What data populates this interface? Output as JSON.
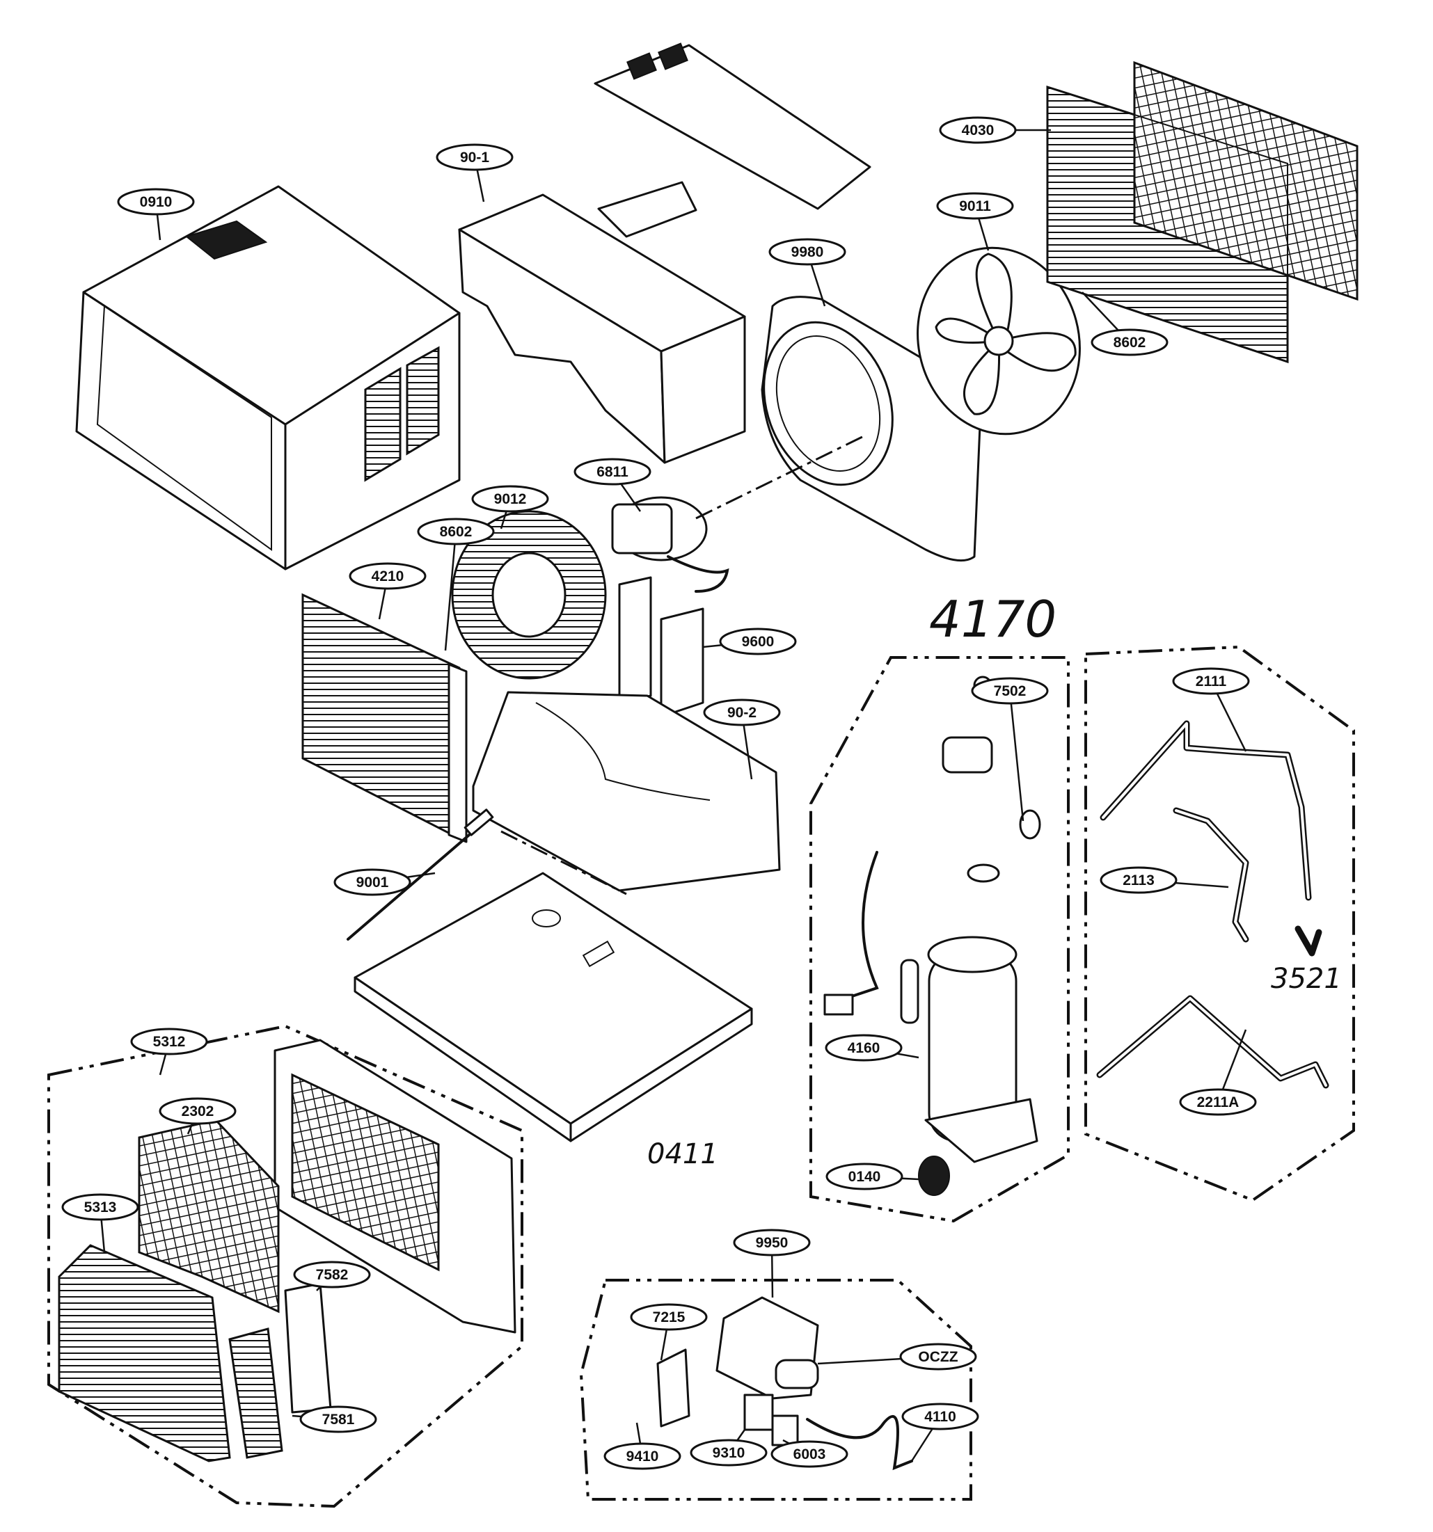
{
  "callouts": [
    {
      "text": "0910"
    },
    {
      "text": "90-1"
    },
    {
      "text": "4030"
    },
    {
      "text": "9011"
    },
    {
      "text": "9980"
    },
    {
      "text": "8602"
    },
    {
      "text": "6811"
    },
    {
      "text": "9012"
    },
    {
      "text": "8602"
    },
    {
      "text": "4210"
    },
    {
      "text": "9600"
    },
    {
      "text": "90-2"
    },
    {
      "text": "7502"
    },
    {
      "text": "2111"
    },
    {
      "text": "2113"
    },
    {
      "text": "9001"
    },
    {
      "text": "4160"
    },
    {
      "text": "2211A"
    },
    {
      "text": "0140"
    },
    {
      "text": "5312"
    },
    {
      "text": "2302"
    },
    {
      "text": "5313"
    },
    {
      "text": "7582"
    },
    {
      "text": "7581"
    },
    {
      "text": "9950"
    },
    {
      "text": "7215"
    },
    {
      "text": "OCZZ"
    },
    {
      "text": "4110"
    },
    {
      "text": "9410"
    },
    {
      "text": "9310"
    },
    {
      "text": "6003"
    }
  ],
  "handwritten": [
    {
      "text": "4170"
    },
    {
      "text": "0411"
    },
    {
      "text": "3521"
    }
  ],
  "colors": {
    "ink": "#111111",
    "paper": "#ffffff"
  }
}
